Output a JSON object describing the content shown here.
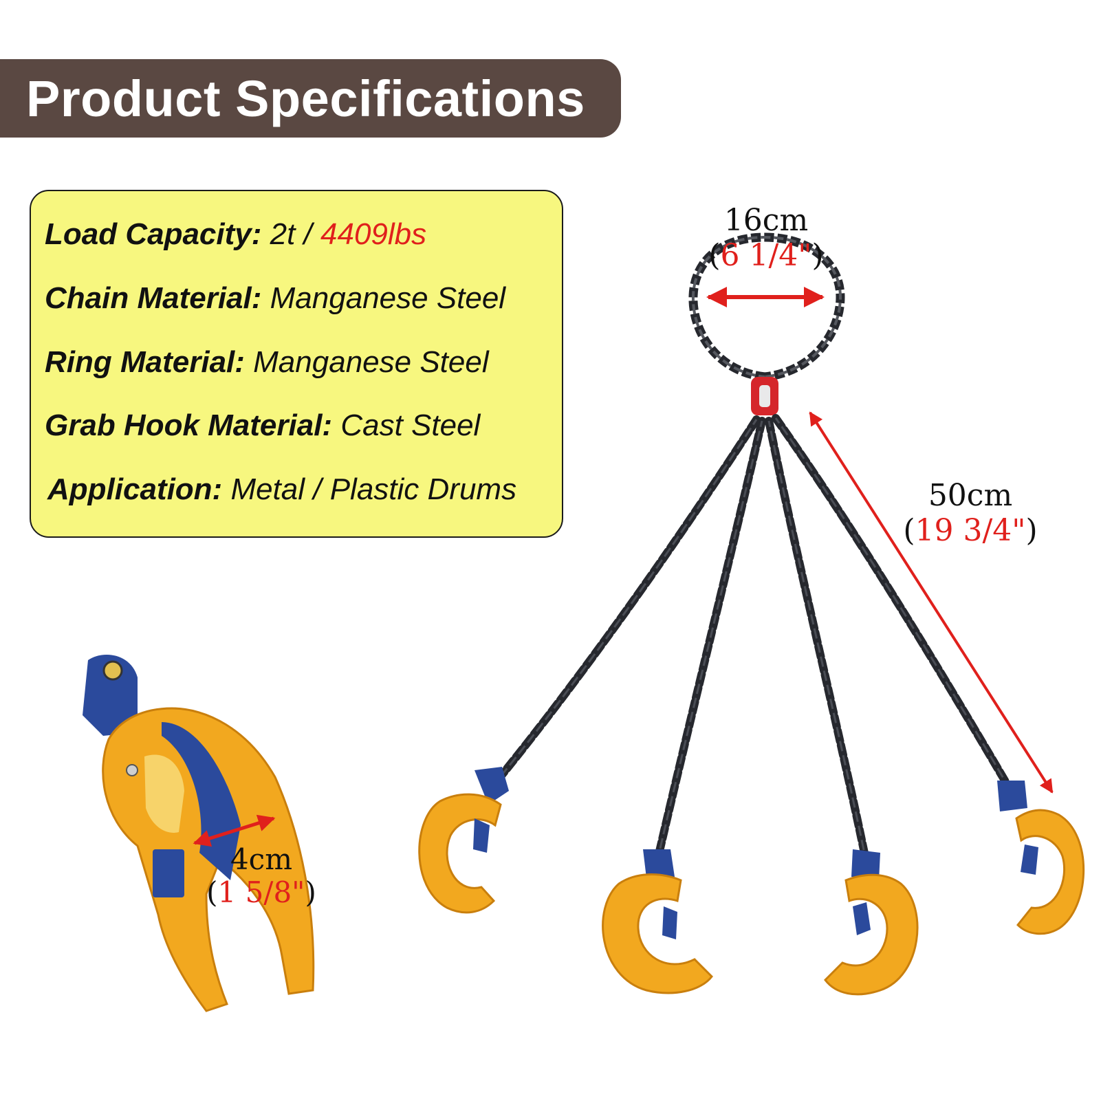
{
  "header": {
    "title": "Product Specifications"
  },
  "specs": {
    "load": {
      "label": "Load Capacity:",
      "value": "2t / ",
      "value_highlight": "4409lbs"
    },
    "chain": {
      "label": "Chain Material:",
      "value": "Manganese Steel"
    },
    "ring": {
      "label": "Ring Material:",
      "value": "Manganese Steel"
    },
    "hook": {
      "label": "Grab Hook Material:",
      "value": "Cast Steel"
    },
    "application": {
      "label": "Application:",
      "value": "Metal / Plastic Drums"
    }
  },
  "dimensions": {
    "ring_diameter": {
      "metric": "16cm",
      "open": "(",
      "imperial": "6 1/4\"",
      "close": ")"
    },
    "chain_length": {
      "metric": "50cm",
      "open": "(",
      "imperial": "19 3/4\"",
      "close": ")"
    },
    "hook_opening": {
      "metric": "4cm",
      "open": "(",
      "imperial": "1 5/8\"",
      "close": ")"
    }
  },
  "colors": {
    "header_bg": "#5a4842",
    "spec_bg": "#f7f77f",
    "accent_red": "#e0201c",
    "chain": "#26282e",
    "hook_yellow": "#f2a81f",
    "hook_blue": "#2b4a9c"
  },
  "icons": [
    "chain-sling-illustration",
    "grab-hook-closeup-illustration",
    "dimension-arrow-icon"
  ]
}
